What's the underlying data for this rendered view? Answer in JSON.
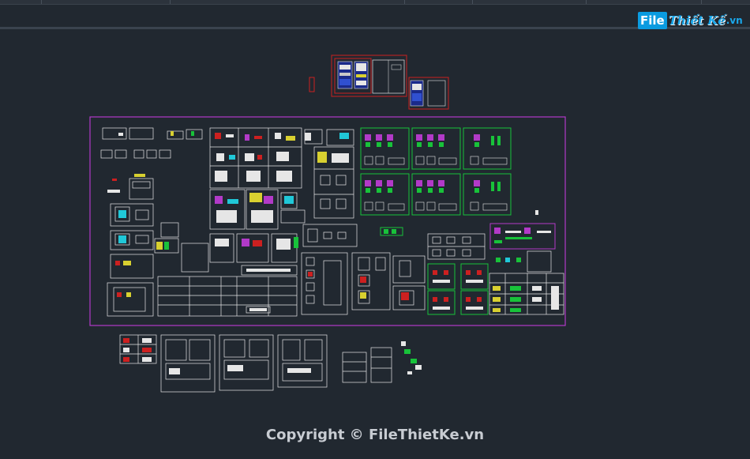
{
  "watermark": {
    "logo_file": "File",
    "logo_rest": "Thiết Kế",
    "logo_tld": ".vn",
    "copyright": "Copyright © FileThietKe.vn"
  },
  "icons": {
    "logo": "filethietke-logo-icon"
  },
  "colors": {
    "background": "#212830",
    "cad_white": "#e6e6e6",
    "cad_magenta": "#b23ac8",
    "cad_green": "#18c23a",
    "cad_red": "#cc2020",
    "cad_yellow": "#d8d030",
    "cad_cyan": "#20c8d8",
    "cad_blue": "#3050d0"
  }
}
